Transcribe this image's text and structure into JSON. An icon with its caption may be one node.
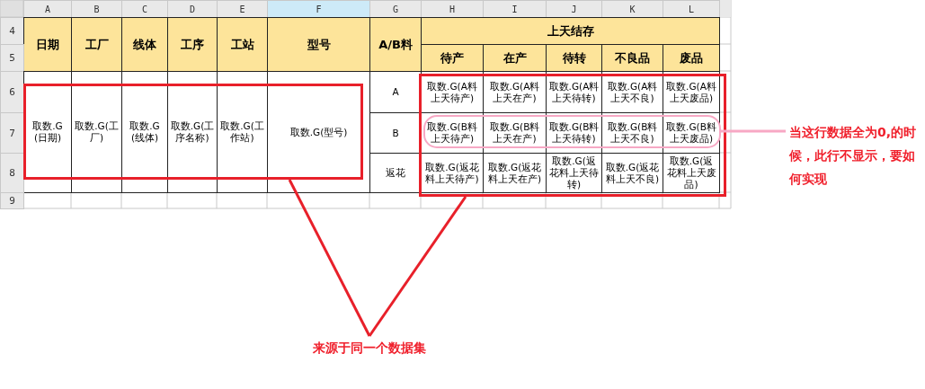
{
  "diagram": {
    "nodes": [
      {
        "text": [],
        "shape": "box"
      },
      {
        "text": [],
        "shape": "box"
      },
      {
        "text": [],
        "shape": "ellipse",
        "in": 1
      },
      {
        "text": [
          "当这行数据全为0,的时候，此行不显示，要如何实现"
        ]
      },
      {
        "text": [
          "来源于同一个数据集"
        ]
      }
    ],
    "edges": [
      {
        "from": 4,
        "to": 0,
        "arrow": "none",
        "color": "#e8202a"
      },
      {
        "from": 4,
        "to": 1,
        "arrow": "none",
        "color": "#e8202a"
      },
      {
        "from": 3,
        "to": 2,
        "arrow": "none",
        "color": "#f7a8c4"
      }
    ],
    "labels": [
      "A",
      "B",
      "C",
      "D",
      "E",
      "F",
      "G",
      "H",
      "I",
      "J",
      "K",
      "L",
      "4",
      "日期",
      "工厂",
      "线体",
      "工序",
      "工站",
      "型号",
      "A/B料",
      "上天结存",
      "5",
      "待产",
      "在产",
      "待转",
      "不良品",
      "废品",
      "6",
      "取数.G(日期)",
      "取数.G(工厂)",
      "取数.G(线体)",
      "取数.G(工序名称)",
      "取数.G(工作站)",
      "取数.G(型号)",
      "A",
      "取数.G(A料上天待产)",
      "取数.G(A料上天在产)",
      "取数.G(A料上天待转)",
      "取数.G(A料上天不良)",
      "取数.G(A料上天废品)",
      "7",
      "B",
      "取数.G(B料上天待产)",
      "取数.G(B料上天在产)",
      "取数.G(B料上天待转)",
      "取数.G(B料上天不良)",
      "取数.G(B料上天废品)",
      "8",
      "返花",
      "取数.G(返花料上天待产)",
      "取数.G(返花料上天在产)",
      "取数.G(返花料上天待转)",
      "取数.G(返花料上天不良)",
      "取数.G(返花料上天废品)",
      "9"
    ]
  }
}
